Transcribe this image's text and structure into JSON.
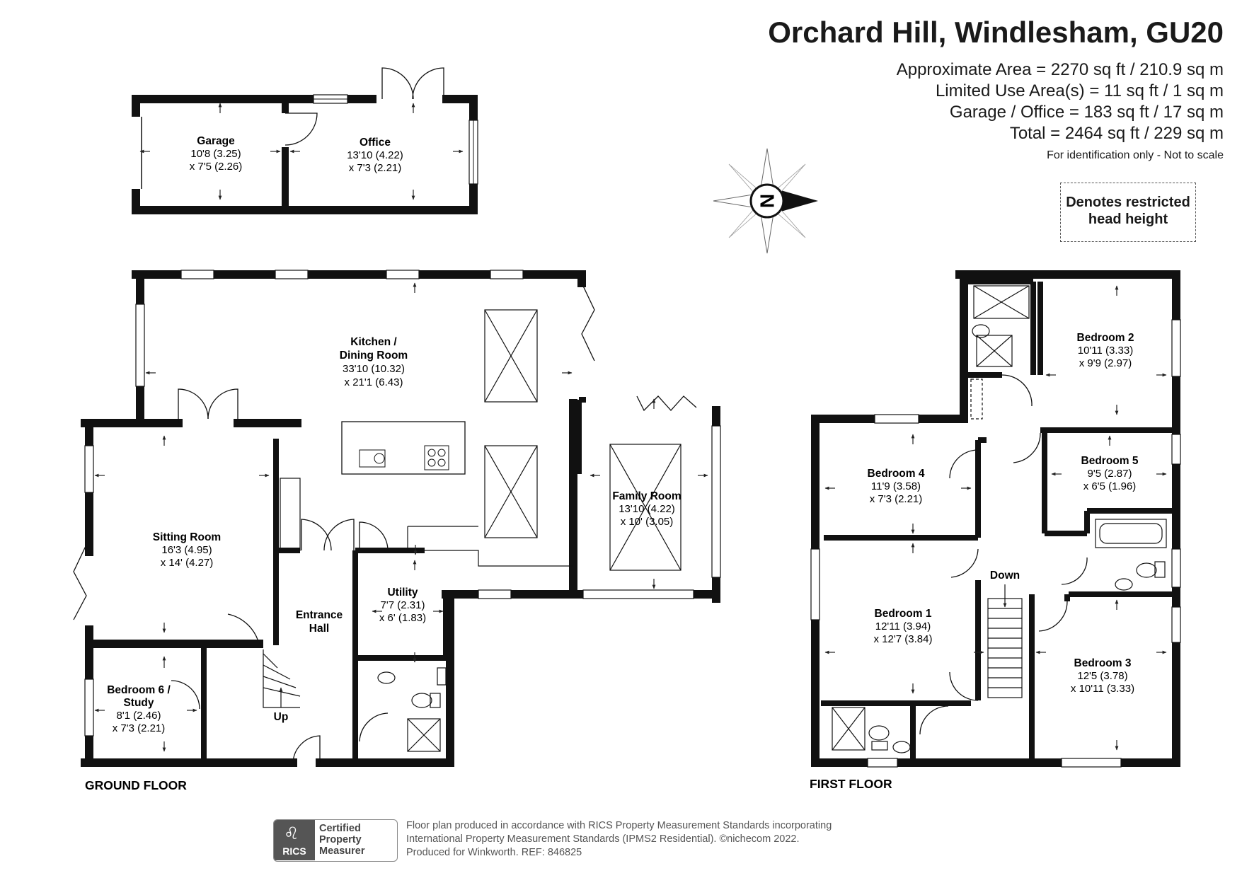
{
  "header": {
    "title": "Orchard Hill, Windlesham, GU20",
    "area_lines": [
      "Approximate Area = 2270 sq ft / 210.9 sq m",
      "Limited Use Area(s) = 11 sq ft / 1 sq m",
      "Garage / Office = 183 sq ft / 17 sq m",
      "Total = 2464 sq ft / 229 sq m"
    ],
    "scale_note": "For identification only - Not to scale"
  },
  "legend": {
    "restricted_line1": "Denotes restricted",
    "restricted_line2": "head height"
  },
  "compass": {
    "letter": "N"
  },
  "floors": {
    "ground": "GROUND FLOOR",
    "first": "FIRST FLOOR"
  },
  "rooms": {
    "garage": {
      "name": "Garage",
      "dim1": "10'8 (3.25)",
      "dim2": "x 7'5 (2.26)"
    },
    "office": {
      "name": "Office",
      "dim1": "13'10 (4.22)",
      "dim2": "x 7'3 (2.21)"
    },
    "kitchen": {
      "name1": "Kitchen /",
      "name2": "Dining Room",
      "dim1": "33'10 (10.32)",
      "dim2": "x 21'1 (6.43)"
    },
    "sitting": {
      "name": "Sitting Room",
      "dim1": "16'3 (4.95)",
      "dim2": "x 14' (4.27)"
    },
    "family": {
      "name": "Family Room",
      "dim1": "13'10 (4.22)",
      "dim2": "x 10' (3.05)"
    },
    "entrance": {
      "name1": "Entrance",
      "name2": "Hall"
    },
    "utility": {
      "name": "Utility",
      "dim1": "7'7 (2.31)",
      "dim2": "x 6' (1.83)"
    },
    "bedroom6": {
      "name1": "Bedroom 6 /",
      "name2": "Study",
      "dim1": "8'1 (2.46)",
      "dim2": "x 7'3 (2.21)"
    },
    "bedroom2": {
      "name": "Bedroom 2",
      "dim1": "10'11 (3.33)",
      "dim2": "x 9'9 (2.97)"
    },
    "bedroom4": {
      "name": "Bedroom 4",
      "dim1": "11'9 (3.58)",
      "dim2": "x 7'3 (2.21)"
    },
    "bedroom5": {
      "name": "Bedroom 5",
      "dim1": "9'5 (2.87)",
      "dim2": "x 6'5 (1.96)"
    },
    "bedroom1": {
      "name": "Bedroom 1",
      "dim1": "12'11 (3.94)",
      "dim2": "x 12'7 (3.84)"
    },
    "bedroom3": {
      "name": "Bedroom 3",
      "dim1": "12'5 (3.78)",
      "dim2": "x 10'11 (3.33)"
    }
  },
  "stairs": {
    "up": "Up",
    "down": "Down"
  },
  "rics_badge": {
    "word": "RICS",
    "line1": "Certified",
    "line2": "Property",
    "line3": "Measurer"
  },
  "footer": {
    "line1": "Floor plan produced in accordance with RICS Property Measurement Standards incorporating",
    "line2": "International Property Measurement Standards (IPMS2 Residential).   ©nichecom 2022.",
    "line3": "Produced for Winkworth.   REF: 846825"
  }
}
